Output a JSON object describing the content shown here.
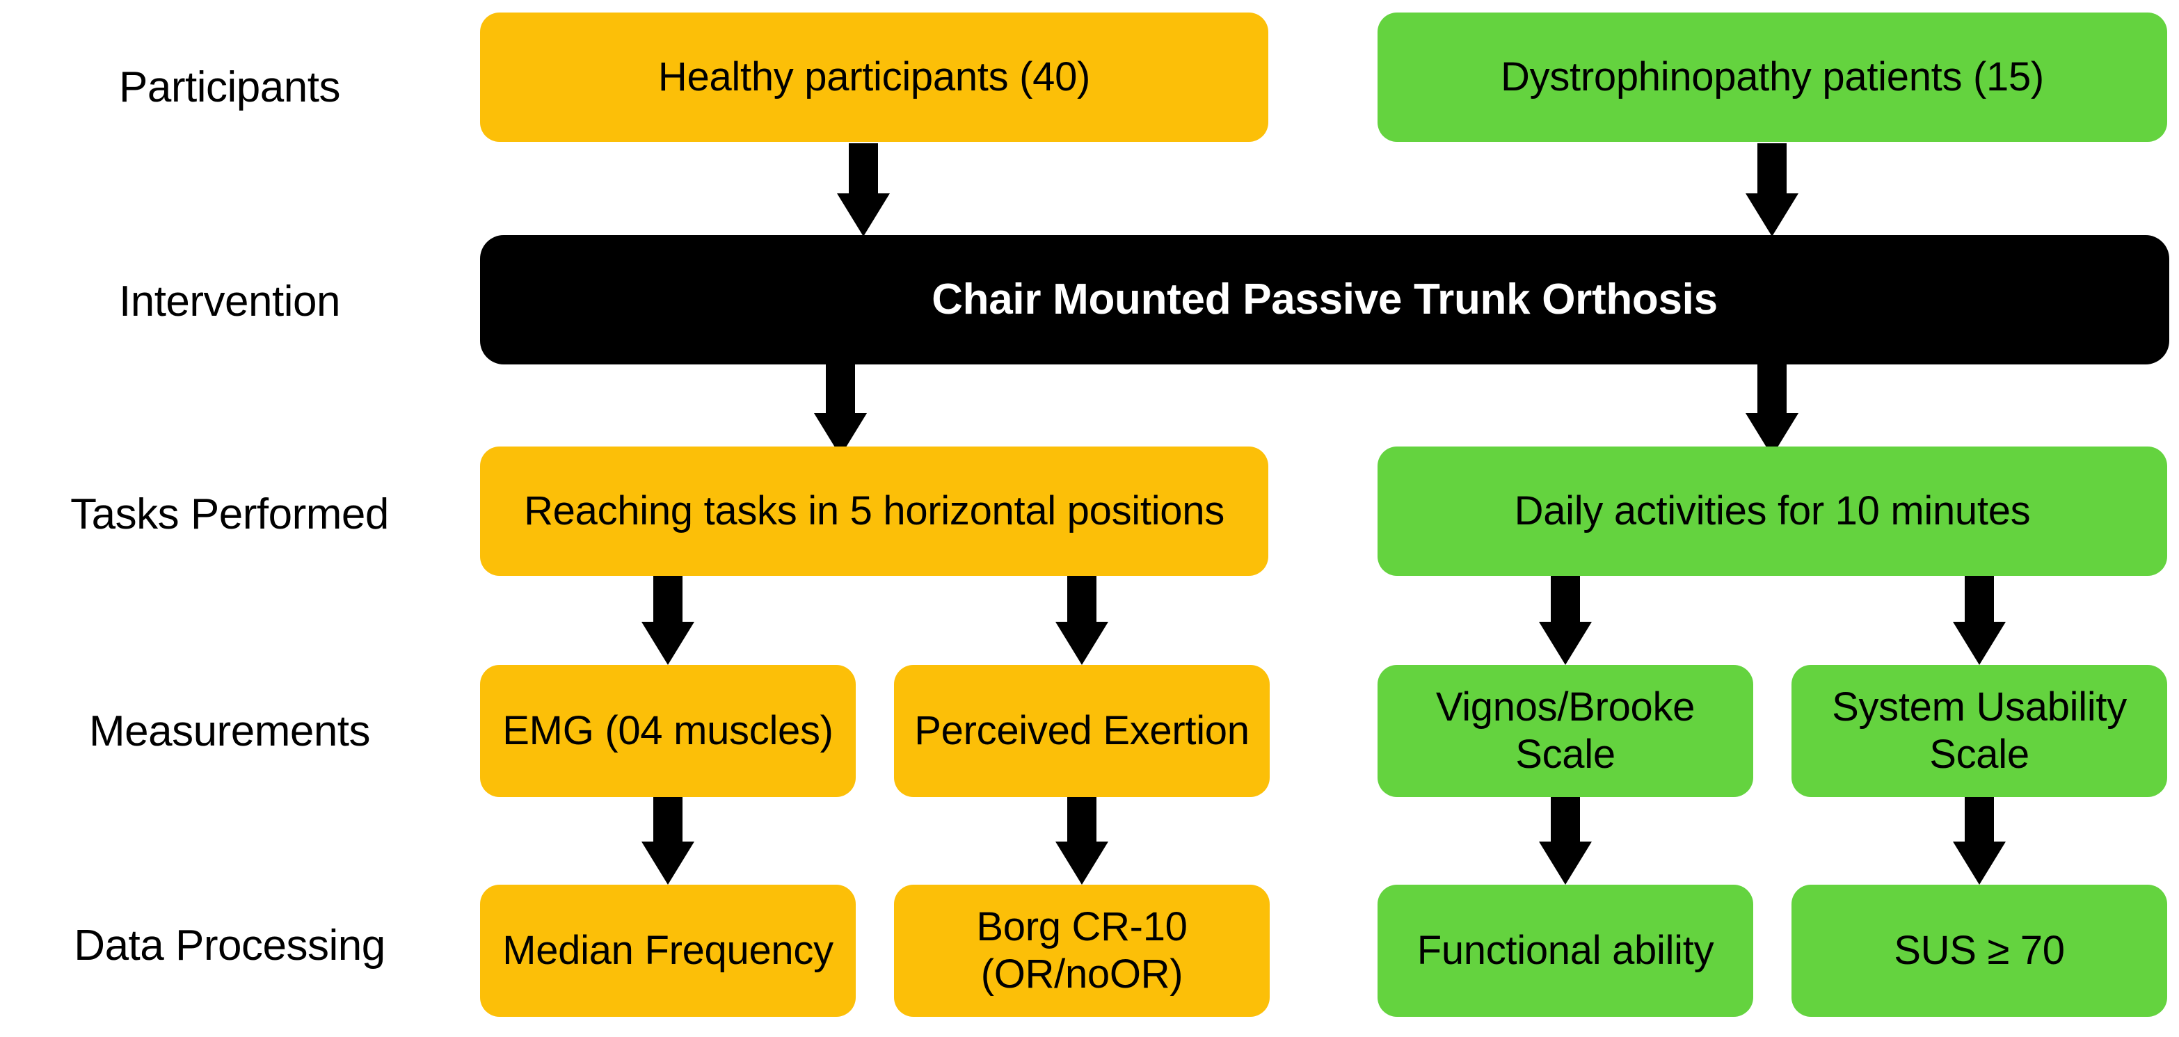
{
  "figure": {
    "type": "flowchart",
    "title": "Study design flowchart",
    "orientation": "top-to-bottom",
    "columns": 2,
    "colors": {
      "healthy_group": "#FCBF08",
      "patient_group": "#64D33F",
      "intervention": "#000000",
      "arrow": "#000000",
      "background": "#FFFFFF",
      "intervention_text": "#FFFFFF",
      "box_text": "#000000"
    }
  },
  "rows": {
    "participants": {
      "label": "Participants"
    },
    "intervention": {
      "label": "Intervention"
    },
    "tasks": {
      "label": "Tasks Performed"
    },
    "measurements": {
      "label": "Measurements"
    },
    "data_processing": {
      "label": "Data Processing"
    }
  },
  "nodes": {
    "healthy_participants": {
      "text": "Healthy participants (40)",
      "group": "healthy",
      "row": "participants"
    },
    "dystrophinopathy_patients": {
      "text": "Dystrophinopathy patients (15)",
      "group": "patient",
      "row": "participants"
    },
    "orthosis": {
      "text": "Chair Mounted Passive Trunk Orthosis",
      "group": "intervention",
      "row": "intervention"
    },
    "reaching_tasks": {
      "text": "Reaching tasks in 5 horizontal positions",
      "group": "healthy",
      "row": "tasks"
    },
    "daily_activities": {
      "text": "Daily activities for 10 minutes",
      "group": "patient",
      "row": "tasks"
    },
    "emg": {
      "text": "EMG (04 muscles)",
      "group": "healthy",
      "row": "measurements"
    },
    "perceived_exertion": {
      "text": "Perceived Exertion",
      "group": "healthy",
      "row": "measurements"
    },
    "vignos_brooke": {
      "text": "Vignos/Brooke Scale",
      "group": "patient",
      "row": "measurements"
    },
    "system_usability": {
      "text": "System Usability Scale",
      "group": "patient",
      "row": "measurements"
    },
    "median_frequency": {
      "text": "Median Frequency",
      "group": "healthy",
      "row": "data_processing"
    },
    "borg_cr10": {
      "text": "Borg CR-10 (OR/noOR)",
      "group": "healthy",
      "row": "data_processing"
    },
    "functional_ability": {
      "text": "Functional ability",
      "group": "patient",
      "row": "data_processing"
    },
    "sus_threshold": {
      "text": "SUS ≥ 70",
      "group": "patient",
      "row": "data_processing"
    }
  },
  "edges": [
    {
      "from": "healthy_participants",
      "to": "orthosis",
      "style": "block-arrow-down"
    },
    {
      "from": "dystrophinopathy_patients",
      "to": "orthosis",
      "style": "block-arrow-down"
    },
    {
      "from": "orthosis",
      "to": "reaching_tasks",
      "style": "block-arrow-down"
    },
    {
      "from": "orthosis",
      "to": "daily_activities",
      "style": "block-arrow-down"
    },
    {
      "from": "reaching_tasks",
      "to": "emg",
      "style": "block-arrow-down"
    },
    {
      "from": "reaching_tasks",
      "to": "perceived_exertion",
      "style": "block-arrow-down"
    },
    {
      "from": "daily_activities",
      "to": "vignos_brooke",
      "style": "block-arrow-down"
    },
    {
      "from": "daily_activities",
      "to": "system_usability",
      "style": "block-arrow-down"
    },
    {
      "from": "emg",
      "to": "median_frequency",
      "style": "block-arrow-down"
    },
    {
      "from": "perceived_exertion",
      "to": "borg_cr10",
      "style": "block-arrow-down"
    },
    {
      "from": "vignos_brooke",
      "to": "functional_ability",
      "style": "block-arrow-down"
    },
    {
      "from": "system_usability",
      "to": "sus_threshold",
      "style": "block-arrow-down"
    }
  ]
}
